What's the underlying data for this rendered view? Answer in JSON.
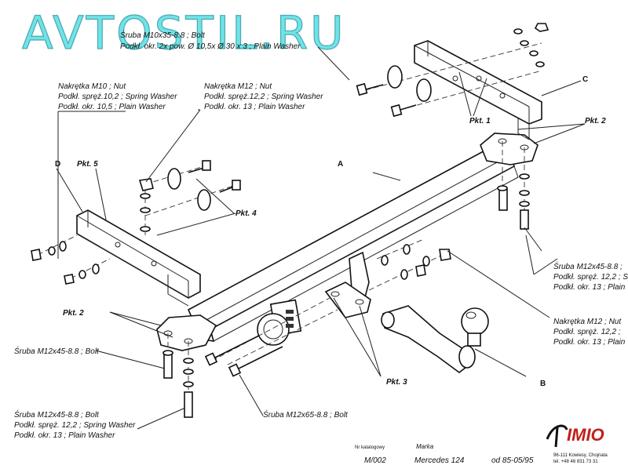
{
  "brand": "AVTOSTIL.RU",
  "callouts": {
    "top_bolt": [
      "Śruba M10x35-8.8 ;  Bolt",
      "Podkł. okr. 2x pow. Ø 10,5x Ø 30 x 3 ; Plain Washer"
    ],
    "nut_m10": [
      "Nakrętka  M10 ; Nut",
      "Podkł. spręż.10,2 ; Spring Washer",
      "Podkł. okr. 10,5 ; Plain Washer"
    ],
    "nut_m12_top": [
      "Nakrętka M12 ; Nut",
      "Podkł. spręż.12,2 ; Spring Washer",
      "Podkł. okr. 13 ; Plain Washer"
    ],
    "bolt_right": [
      "Śruba M12x45-8.8 ;",
      "Podkł. spręż. 12,2 ; S",
      "Podkł. okr. 13 ; Plain"
    ],
    "nut_right": [
      "Nakrętka M12 ; Nut",
      "Podkł. spręż. 12,2 ;",
      "Podkł. okr. 13 ; Plain"
    ],
    "bolt_left": "Śruba M12x45-8.8 ;  Bolt",
    "bolt_bottom_left": [
      "Śruba M12x45-8.8 ;  Bolt",
      "Podkł. spręż. 12,2 ; Spring Washer",
      "Podkł. okr. 13 ; Plain Washer"
    ],
    "bolt_m12x65": "Śruba M12x65-8.8 ;  Bolt"
  },
  "parts": {
    "a": "A",
    "b": "B",
    "c": "C",
    "d": "D",
    "pkt1": "Pkt. 1",
    "pkt2_right": "Pkt. 2",
    "pkt2_left": "Pkt. 2",
    "pkt3": "Pkt. 3",
    "pkt4": "Pkt. 4",
    "pkt5": "Pkt. 5"
  },
  "footer": {
    "catalog_label": "Nr katalogowy",
    "catalog_value": "M/002",
    "make_label": "Marka",
    "make_value": "Mercedes 124",
    "years": "od  85-05/95",
    "logo": "IMIO",
    "address": "96-111 Kowiesy, Chojnata",
    "phone": "tel. +48 46 831 73 31"
  }
}
